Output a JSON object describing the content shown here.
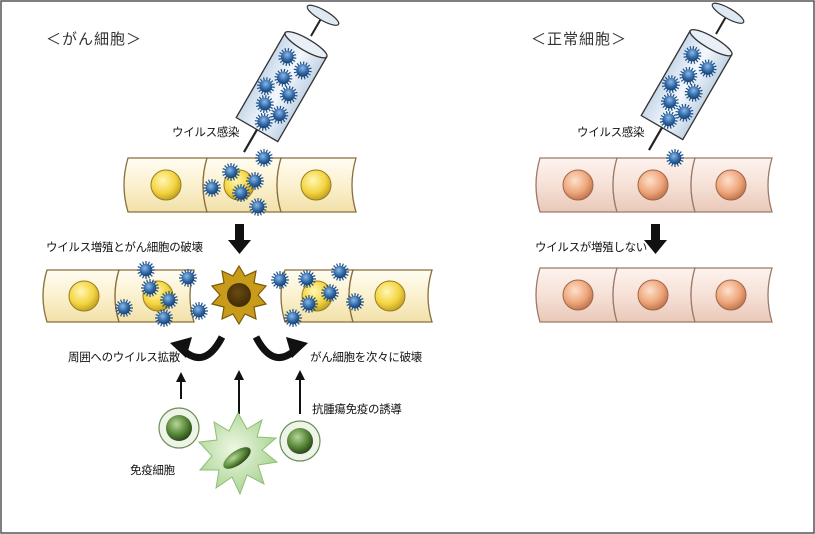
{
  "panels": {
    "cancer": {
      "title": "＜がん細胞＞",
      "infection_label": "ウイルス感染",
      "replication_label": "ウイルス増殖とがん細胞の破壊",
      "spread_label": "周囲へのウイルス拡散",
      "serial_destruction_label": "がん細胞を次々に破壊",
      "immunity_label": "抗腫瘍免疫の誘導",
      "immune_cells_label": "免疫細胞"
    },
    "normal": {
      "title": "＜正常細胞＞",
      "infection_label": "ウイルス感染",
      "no_replication_label": "ウイルスが増殖しない"
    }
  },
  "colors": {
    "cancer_cell_fill": "#fbf3d6",
    "cancer_nucleus": "#f3d24a",
    "normal_cell_fill": "#f6e1d8",
    "normal_nucleus": "#eda57d",
    "virus": "#2f6aa8",
    "dying_cell": "#c79a1b",
    "immune_cell": "#3f6a2a",
    "dendritic_cell": "#b9dca6",
    "syringe_fill": "#dfe9f3"
  },
  "icons": [
    "syringe-icon",
    "virus-icon",
    "arrow-down-icon",
    "curved-arrow-icon",
    "arrow-up-icon"
  ]
}
